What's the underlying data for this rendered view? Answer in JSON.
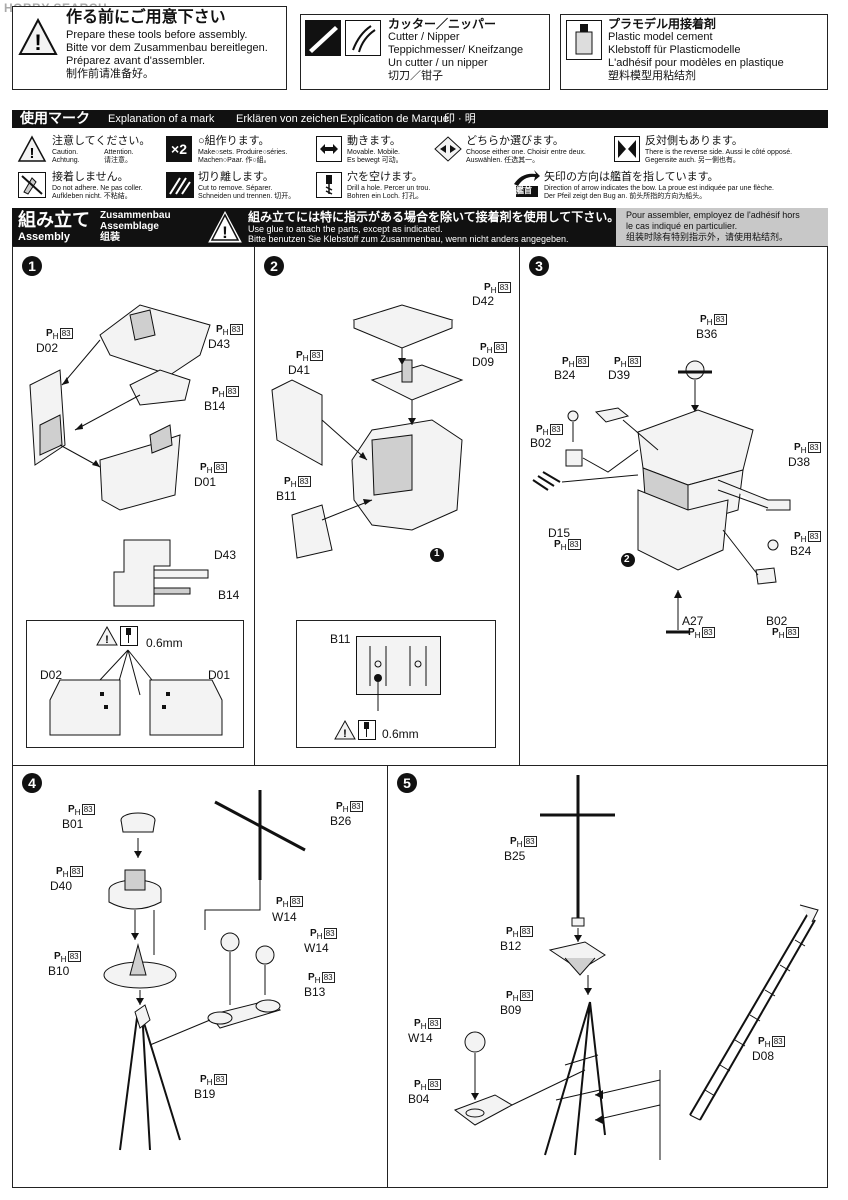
{
  "watermark": "HOBBY SEARCH",
  "tools": {
    "title": "作る前にご用意下さい",
    "lines": [
      "Prepare these tools before assembly.",
      "Bitte vor dem Zusammenbau bereitlegen.",
      "Préparez avant d'assembler.",
      "制作前请准备好。"
    ],
    "cutter_title": "カッター／ニッパー",
    "cutter_lines": [
      "Cutter / Nipper",
      "Teppichmesser/ Kneifzange",
      "Un cutter / un nipper",
      "切刀／钳子"
    ],
    "cement_title": "プラモデル用接着剤",
    "cement_lines": [
      "Plastic model cement",
      "Klebstoff für Plasticmodelle",
      "L'adhésif pour modèles en plastique",
      "塑料模型用粘结剂"
    ]
  },
  "marks": {
    "header": [
      "使用マーク",
      "Explanation of a mark",
      "Erklären von zeichen",
      "Explication  de Marque",
      "印 · 明"
    ],
    "caution": {
      "title": "注意してください。",
      "en": "Caution.",
      "de": "Achtung.",
      "fr": "Attention.",
      "zh": "请注意。"
    },
    "make2": {
      "badge": "×2",
      "title": "○組作ります。",
      "line1": "Make○sets.   Produire○séries.",
      "line2": "Machen○Paar.  作○組。"
    },
    "movable": {
      "title": "動きます。",
      "line1": "Movable.          Mobile.",
      "line2": "Es bewegt  可动。"
    },
    "choose": {
      "title": "どちらか選びます。",
      "line1": "Choose either one.  Choisir entre deux.",
      "line2": "Auswählen.              任选其一。"
    },
    "reverse": {
      "title": "反対側もあります。",
      "line1": "There is the reverse side.  Aussi le côté opposé.",
      "line2": "Gegensite auch.              另一側也有。"
    },
    "noglue": {
      "title": "接着しません。",
      "line1": "Do not adhere.     Ne pas coller.",
      "line2": "Aufkleben nicht.  不粘結。"
    },
    "cutoff": {
      "title": "切り離します。",
      "line1": "Cut to remove.  Séparer.",
      "line2": "Schneiden und trennen.  切开。"
    },
    "drill": {
      "title": "穴を空けます。",
      "line1": "Drill a hole.           Percer un trou.",
      "line2": "Bohren ein Loch.   打孔。"
    },
    "arrow": {
      "badge": "艦首",
      "title": "矢印の方向は艦首を指しています。",
      "line1": "Direction of arrow indicates the bow.  La proue est indiquée par une flèche.",
      "line2": "Der Pfeil zeigt den Bug an.                前头所指的方向为船头。"
    }
  },
  "assembly": {
    "title_jp": "組み立て",
    "title_en": "Assembly",
    "title_de": "Zusammenbau",
    "title_fr": "Assemblage",
    "title_zh": "组装",
    "note_jp": "組み立てには特に指示がある場合を除いて接着剤を使用して下さい。",
    "note_en": "Use glue to attach the parts, except as indicated.",
    "note_de": "Bitte benutzen Sie Klebstoff zum Zusammenbau, wenn nicht anders angegeben.",
    "note_fr1": "Pour assembler, employez de l'adhésif hors",
    "note_fr2": "le cas indiqué en particulier.",
    "note_zh": "组装时除有特别指示外，请使用粘结剂。"
  },
  "runner": {
    "letter": "P",
    "sub": "H",
    "num": "83"
  },
  "steps": {
    "s1": {
      "num": "1",
      "parts": [
        "D02",
        "D43",
        "B14",
        "D01"
      ],
      "detail": [
        "D43",
        "B14"
      ],
      "drill": "0.6mm",
      "drill_parts": [
        "D02",
        "D01"
      ]
    },
    "s2": {
      "num": "2",
      "parts": [
        "D42",
        "D41",
        "D09",
        "B11"
      ],
      "ref": "1",
      "detail_part": "B11",
      "drill": "0.6mm"
    },
    "s3": {
      "num": "3",
      "parts": [
        "B36",
        "B24",
        "D39",
        "B02",
        "D38",
        "D15",
        "B24",
        "B02",
        "A27"
      ],
      "ref": "2"
    },
    "s4": {
      "num": "4",
      "parts": [
        "B01",
        "B26",
        "D40",
        "W14",
        "W14",
        "B10",
        "B13",
        "B19"
      ]
    },
    "s5": {
      "num": "5",
      "parts": [
        "B25",
        "B12",
        "B09",
        "W14",
        "D08",
        "B04"
      ]
    }
  },
  "colors": {
    "ink": "#111111",
    "paper": "#ffffff",
    "shade": "#cfcfcf"
  }
}
